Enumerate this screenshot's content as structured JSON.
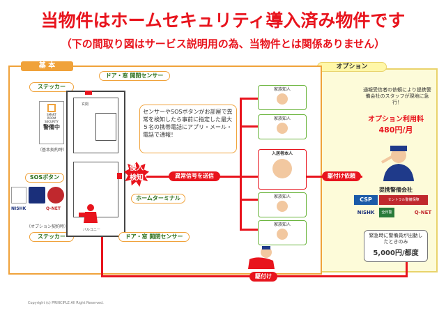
{
  "title": "当物件はホームセキュリティ導入済み物件です",
  "subtitle": "（下の間取り図はサービス説明用の為、当物件とは関係ありません）",
  "basic_tab": "基 本",
  "option_tab": "オプション",
  "labels": {
    "sticker_top": "ステッカー",
    "door_window_sensor_top": "ドア・窓 開閉センサー",
    "sos_button": "SOSボタン",
    "sticker_bottom": "ステッカー",
    "door_window_sensor_bottom": "ドア・窓 開閉センサー",
    "home_terminal": "ホームターミナル",
    "entrance": "玄関",
    "balcony": "バルコニー"
  },
  "smart_room_sign": {
    "line1": "SMART",
    "line2": "ROOM",
    "line3": "SECURITY",
    "status": "警備中",
    "caption": "（基本契約時）"
  },
  "option_caption": "（オプション契約時）",
  "intrusion": {
    "line1": "侵入",
    "line2": "検知"
  },
  "bubble_text": "センサーやSOSボタンがお部屋で異常を検知したら事前に指定した最大５名の携帯電話にアプリ・メール・電話で通報！",
  "signal_pill": "異常信号を送信",
  "dispatch_request_pill": "駆付け依頼",
  "rush_pill": "駆付け",
  "people": [
    {
      "label": "家族知人"
    },
    {
      "label": "家族知人"
    },
    {
      "label": "入居者本人"
    },
    {
      "label": "家族知人"
    },
    {
      "label": "家族知人"
    }
  ],
  "option_info": {
    "text": "通報受信者の依頼により提携警備会社のスタッフが現地に急行！",
    "fee_label": "オプション利用料",
    "fee_value": "480円/月"
  },
  "security_company": {
    "label": "提携警備会社",
    "logos": [
      "CSP",
      "セントラル警備保障",
      "NISHK",
      "全日警",
      "Q-NET"
    ]
  },
  "dispatch_cost": {
    "text": "緊急時に警備員が出動したときのみ",
    "value": "5,000円/都度"
  },
  "logos_left": [
    "SMART ROOM SECURITY",
    "NISHK",
    "Q-NET"
  ],
  "copyright": "Copyright (c) PRINCIPLE All Right Reserved.",
  "colors": {
    "red": "#e8141d",
    "orange": "#f0a23a",
    "yellow_bg": "#fdfbd9",
    "green": "#6ab43c"
  }
}
